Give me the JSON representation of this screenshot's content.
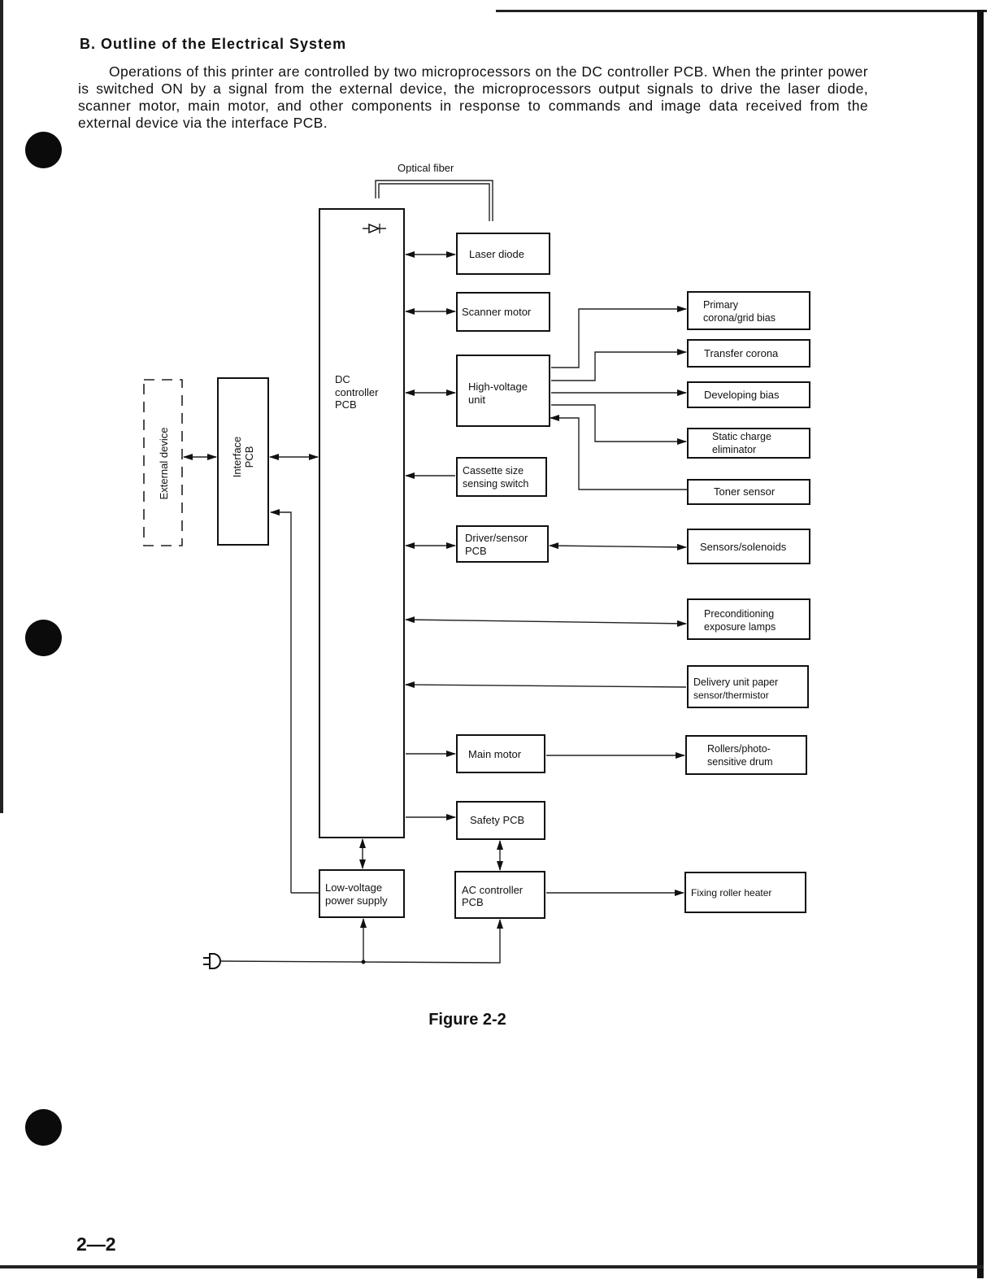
{
  "section": {
    "heading": "B. Outline of the Electrical System",
    "intro": "Operations of this printer are controlled by two microprocessors on the DC controller PCB. When the printer power is switched ON by a signal from the external device, the microprocessors output signals to drive the laser diode, scanner motor, main motor, and other components in response to commands and image data received from the external device via the interface PCB."
  },
  "diagram": {
    "optical_fiber": "Optical fiber",
    "external_device": "External device",
    "interface_pcb": [
      "Interface",
      "PCB"
    ],
    "dc_controller": [
      "DC",
      "controller",
      "PCB"
    ],
    "laser_diode": "Laser diode",
    "scanner_motor": "Scanner motor",
    "high_voltage_unit": [
      "High-voltage",
      "unit"
    ],
    "cassette_switch": [
      "Cassette size",
      "sensing switch"
    ],
    "driver_sensor_pcb": [
      "Driver/sensor",
      "PCB"
    ],
    "main_motor": "Main motor",
    "safety_pcb": "Safety PCB",
    "low_voltage_supply": [
      "Low-voltage",
      "power supply"
    ],
    "ac_controller_pcb": [
      "AC controller",
      "PCB"
    ],
    "primary_corona": [
      "Primary",
      "corona/grid bias"
    ],
    "transfer_corona": "Transfer corona",
    "developing_bias": "Developing bias",
    "static_charge": [
      "Static charge",
      "eliminator"
    ],
    "toner_sensor": "Toner sensor",
    "sensors_solenoids": "Sensors/solenoids",
    "preconditioning": [
      "Preconditioning",
      "exposure lamps"
    ],
    "delivery_unit": [
      "Delivery unit paper",
      "sensor/thermistor"
    ],
    "rollers_drum": [
      "Rollers/photo-",
      "sensitive drum"
    ],
    "fixing_heater": "Fixing roller heater"
  },
  "figure_caption": "Figure 2-2",
  "page_number": "2—2"
}
